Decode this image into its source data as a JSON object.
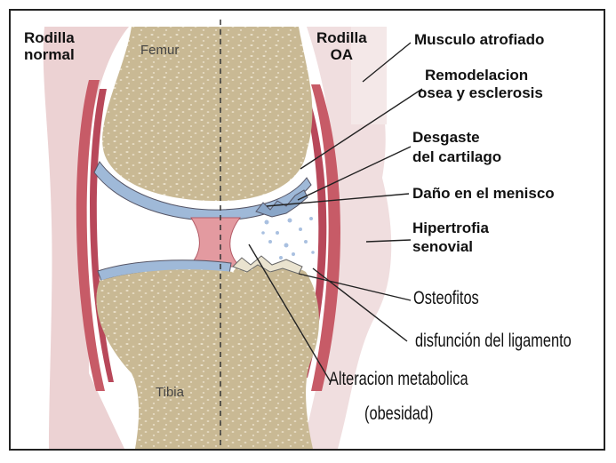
{
  "left_label": {
    "line1": "Rodilla",
    "line2": "normal"
  },
  "right_label": {
    "line1": "Rodilla",
    "line2": "OA"
  },
  "femur_label": "Femur",
  "tibia_label": "Tibia",
  "annotations": {
    "musculo": "Musculo atrofiado",
    "remodelacion_1": "Remodelacion",
    "remodelacion_2": "osea y esclerosis",
    "desgaste_1": "Desgaste",
    "desgaste_2": "del cartilago",
    "menisco": "Daño en el menisco",
    "hipertrofia_1": "Hipertrofia",
    "hipertrofia_2": "senovial",
    "osteofitos": "Osteofitos",
    "ligamento": "disfunción del ligamento",
    "metabolica_1": "Alteracion metabolica",
    "metabolica_2": "(obesidad)"
  },
  "colors": {
    "bone": "#c8b896",
    "bone_dots": "#efe6d2",
    "cartilage": "#9fb9d8",
    "muscle": "#c95a66",
    "capsule": "#e7c4c8",
    "synovial": "#f0dedf"
  }
}
